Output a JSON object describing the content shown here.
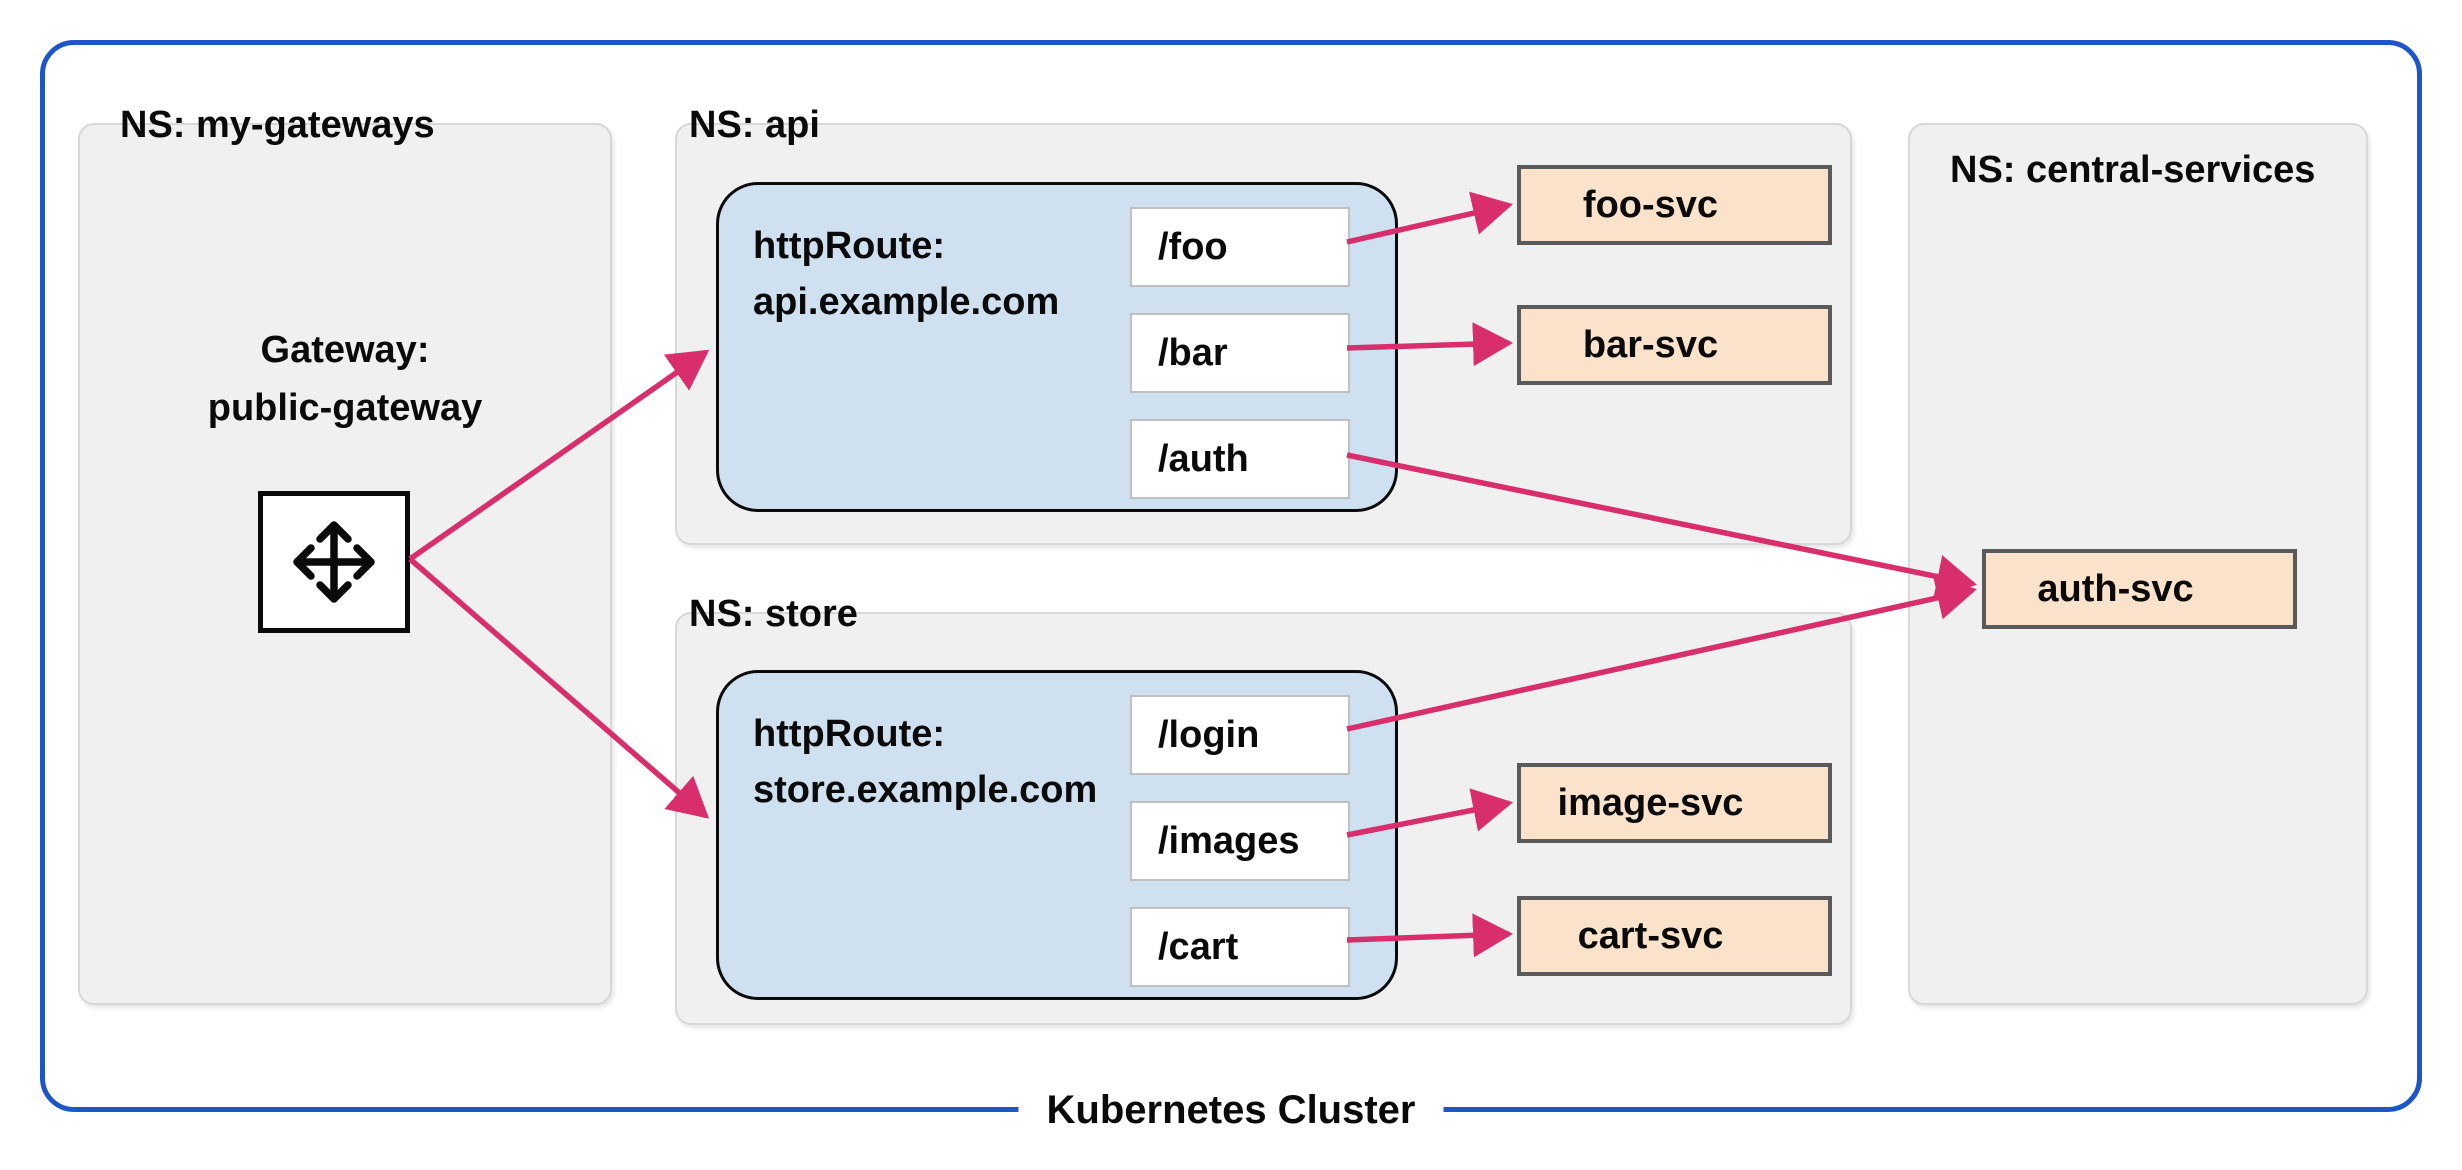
{
  "diagram": {
    "cluster_label": "Kubernetes Cluster",
    "namespaces": [
      {
        "id": "my-gateways",
        "label": "NS: my-gateways"
      },
      {
        "id": "api",
        "label": "NS: api"
      },
      {
        "id": "store",
        "label": "NS: store"
      },
      {
        "id": "central-services",
        "label": "NS: central-services"
      }
    ],
    "gateway": {
      "label_line1": "Gateway:",
      "label_line2": "public-gateway",
      "icon": "move-arrows-icon"
    },
    "httproutes": [
      {
        "id": "api-route",
        "label_line1": "httpRoute:",
        "label_line2": "api.example.com",
        "paths": [
          "/foo",
          "/bar",
          "/auth"
        ]
      },
      {
        "id": "store-route",
        "label_line1": "httpRoute:",
        "label_line2": "store.example.com",
        "paths": [
          "/login",
          "/images",
          "/cart"
        ]
      }
    ],
    "services": [
      {
        "id": "foo-svc",
        "label": "foo-svc",
        "namespace": "api"
      },
      {
        "id": "bar-svc",
        "label": "bar-svc",
        "namespace": "api"
      },
      {
        "id": "auth-svc",
        "label": "auth-svc",
        "namespace": "central-services"
      },
      {
        "id": "image-svc",
        "label": "image-svc",
        "namespace": "store"
      },
      {
        "id": "cart-svc",
        "label": "cart-svc",
        "namespace": "store"
      }
    ],
    "edges": [
      {
        "from": "public-gateway",
        "to": "httpRoute api.example.com"
      },
      {
        "from": "public-gateway",
        "to": "httpRoute store.example.com"
      },
      {
        "from": "/foo",
        "to": "foo-svc"
      },
      {
        "from": "/bar",
        "to": "bar-svc"
      },
      {
        "from": "/auth",
        "to": "auth-svc"
      },
      {
        "from": "/login",
        "to": "auth-svc"
      },
      {
        "from": "/images",
        "to": "image-svc"
      },
      {
        "from": "/cart",
        "to": "cart-svc"
      }
    ],
    "colors": {
      "cluster_border": "#1d56c9",
      "panel_fill": "#f0f0f0",
      "panel_border": "#d8d8d8",
      "route_fill": "#cfe0f1",
      "route_border": "#0a0a0a",
      "path_fill": "#ffffff",
      "path_border": "#c0c0c0",
      "service_fill": "#fbe3cb",
      "service_border": "#5a5a5a",
      "arrow": "#d92e6c"
    }
  }
}
